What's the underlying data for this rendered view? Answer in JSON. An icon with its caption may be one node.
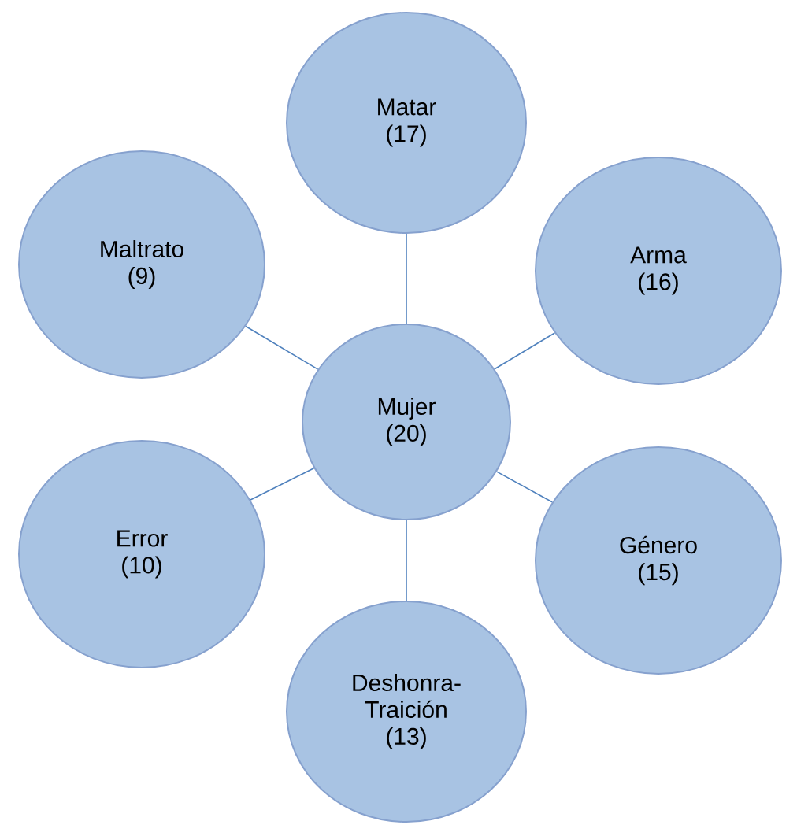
{
  "diagram": {
    "nodes": [
      {
        "text": [
          "Matar",
          "(17)"
        ]
      },
      {
        "text": [
          "Maltrato",
          "(9)"
        ]
      },
      {
        "text": [
          "Arma",
          "(16)"
        ]
      },
      {
        "text": [
          "Mujer",
          "(20)"
        ]
      },
      {
        "text": [
          "Error",
          "(10)"
        ]
      },
      {
        "text": [
          "Género",
          "(15)"
        ]
      },
      {
        "text": [
          "Deshonra-Traición",
          "(13)"
        ]
      }
    ],
    "edges": [
      {
        "from": 3,
        "to": 0,
        "arrow": "none"
      },
      {
        "from": 3,
        "to": 1,
        "arrow": "none"
      },
      {
        "from": 3,
        "to": 2,
        "arrow": "none"
      },
      {
        "from": 3,
        "to": 4,
        "arrow": "none"
      },
      {
        "from": 3,
        "to": 5,
        "arrow": "none"
      },
      {
        "from": 3,
        "to": 6,
        "arrow": "none"
      }
    ]
  }
}
